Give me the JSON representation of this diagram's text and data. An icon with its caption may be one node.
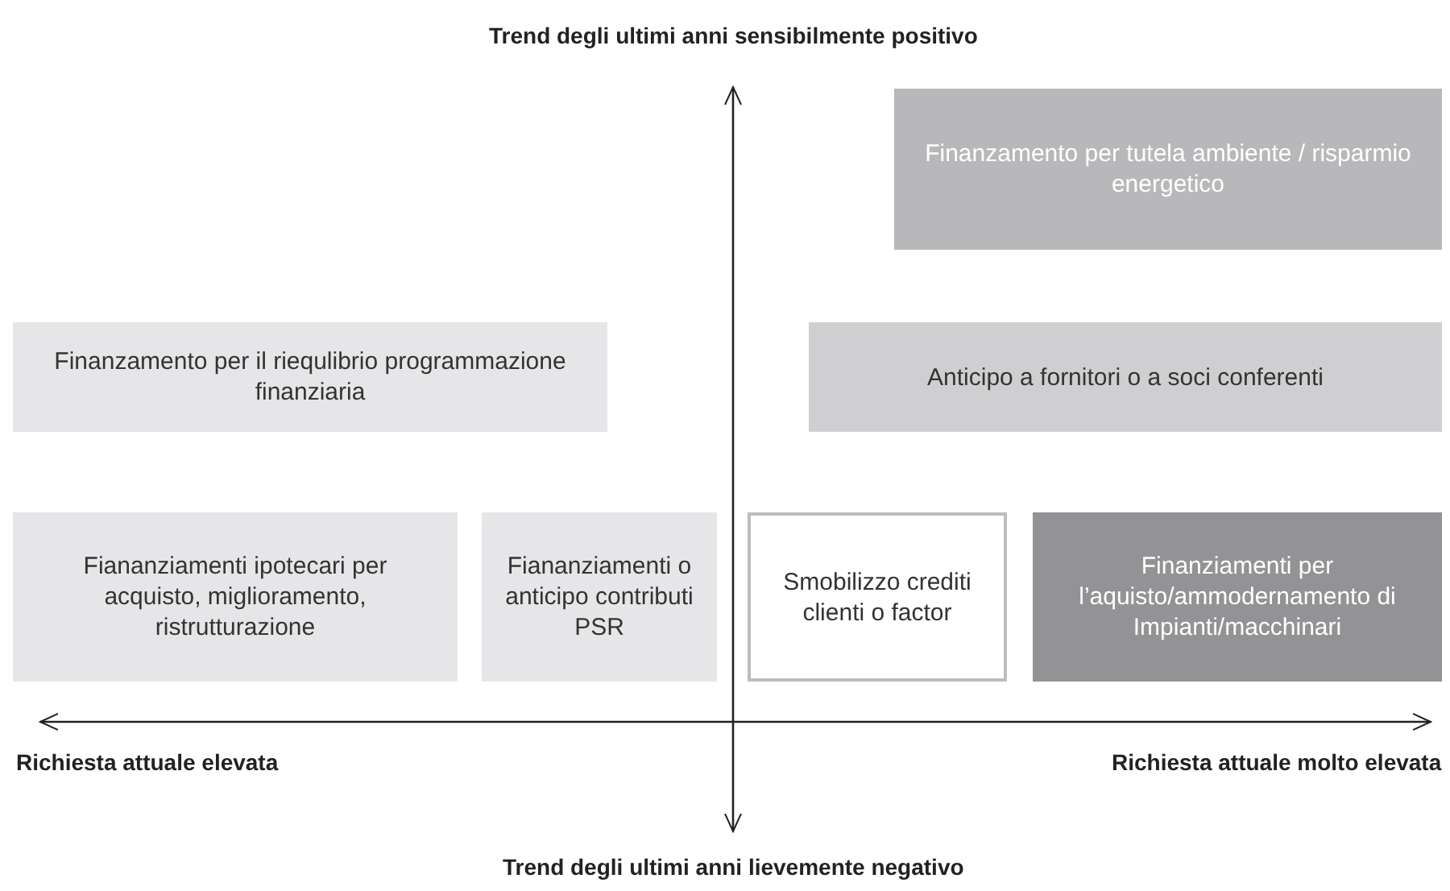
{
  "diagram": {
    "nodes": [
      {
        "text": [
          "Finanzamento per tutela ambiente / risparmio energetico"
        ]
      },
      {
        "text": [
          "Finanzamento per il riequlibrio programmazione finanziaria"
        ]
      },
      {
        "text": [
          "Anticipo a fornitori o a soci conferenti"
        ]
      },
      {
        "text": [
          "Fiananziamenti ipotecari per acquisto, miglioramento, ristrutturazione"
        ]
      },
      {
        "text": [
          "Fiananziamenti o anticipo contributi PSR"
        ]
      },
      {
        "text": [
          "Smobilizzo crediti clienti o factor"
        ]
      },
      {
        "text": [
          "Finanziamenti per l’aquisto/ammodernamento di Impianti/macchinari"
        ]
      }
    ],
    "edges": [],
    "labels": [
      "Trend degli ultimi anni sensibilmente positivo",
      "Richiesta attuale elevata",
      "Richiesta attuale molto elevata",
      "Trend degli ultimi anni lievemente negativo"
    ]
  }
}
